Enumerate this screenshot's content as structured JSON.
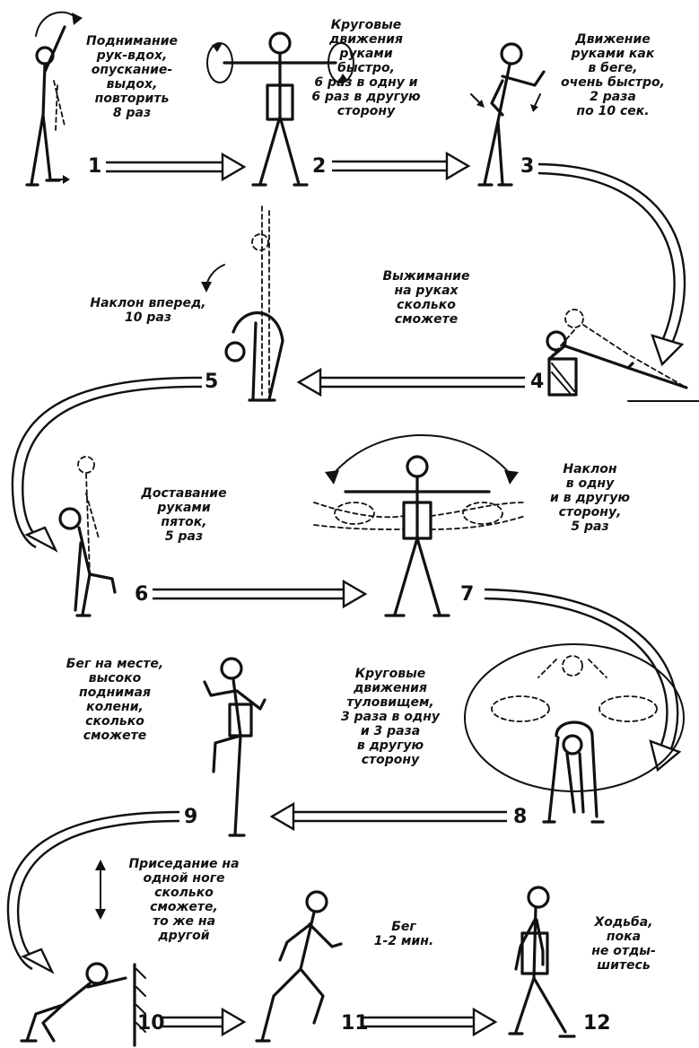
{
  "steps": [
    {
      "number": "1",
      "caption": "Поднимание\nрук-вдох,\nопускание-\nвыдох,\nповторить\n8 раз"
    },
    {
      "number": "2",
      "caption": "Круговые\nдвижения\nруками\nбыстро,\n6 раз в одну и\n6 раз в другую\nсторону"
    },
    {
      "number": "3",
      "caption": "Движение\nруками как\nв беге,\nочень быстро,\n2 раза\nпо 10 сек."
    },
    {
      "number": "4",
      "caption": "Выжимание\nна руках\nсколько\nсможете"
    },
    {
      "number": "5",
      "caption": "Наклон вперед,\n10 раз"
    },
    {
      "number": "6",
      "caption": "Доставание\nруками\nпяток,\n5 раз"
    },
    {
      "number": "7",
      "caption": "Наклон\nв одну\nи в другую\nсторону,\n5 раз"
    },
    {
      "number": "8",
      "caption": "Круговые\nдвижения\nтуловищем,\n3 раза в одну\nи 3 раза\nв другую\nсторону"
    },
    {
      "number": "9",
      "caption": "Бег на месте,\nвысоко\nподнимая\nколени,\nсколько\nсможете"
    },
    {
      "number": "10",
      "caption": "Приседание на\nодной ноге\nсколько\nсможете,\nто же на\nдругой"
    },
    {
      "number": "11",
      "caption": "Бег\n1-2 мин."
    },
    {
      "number": "12",
      "caption": "Ходьба,\nпока\nне отды-\nшитесь"
    }
  ],
  "colors": {
    "ink": "#111111",
    "paper": "#ffffff"
  }
}
